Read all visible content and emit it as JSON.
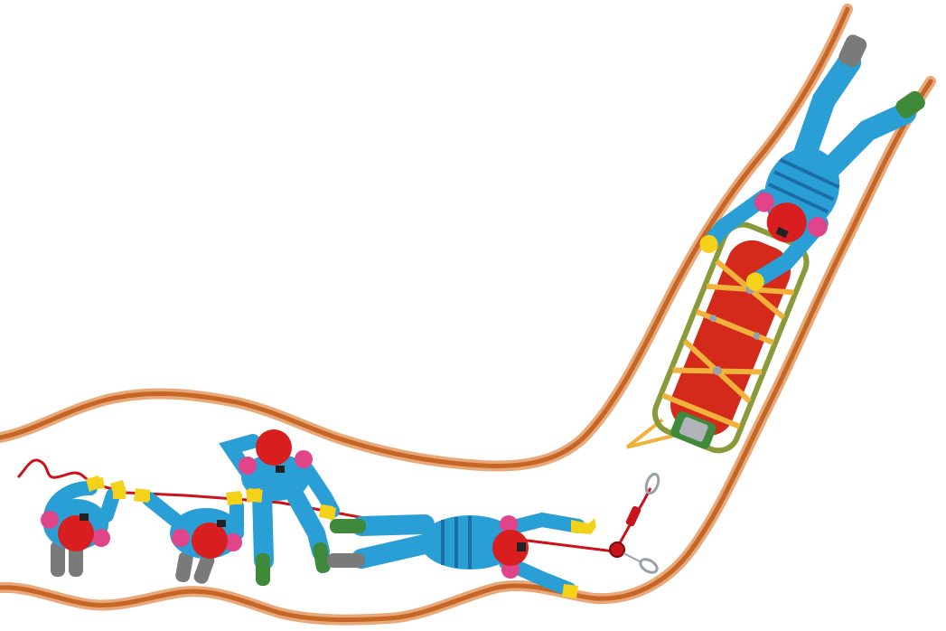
{
  "illustration": {
    "subject": "cave-rescue-stretcher-haul",
    "rescuer_count": 5,
    "casualty_count": 1,
    "labels": []
  },
  "colors": {
    "background": "#ffffff",
    "cave_wall": "#c96a2a",
    "cave_wall_shade": "#e9a877",
    "suit_blue": "#2a9fd6",
    "suit_blue_dark": "#1c6fa6",
    "helmet_red": "#d81e1e",
    "helmet_dark": "#9a0f12",
    "pads_pink": "#e0458a",
    "gloves_yellow": "#f4d21a",
    "boots_gray": "#7a7a7a",
    "boots_green": "#3f8a3a",
    "stretcher_red": "#d42a1c",
    "stretcher_straps": "#f0b23a",
    "stretcher_frame": "#8a9a3a",
    "rope_red": "#c8141a",
    "carabiner_gray": "#9aa0a8"
  }
}
